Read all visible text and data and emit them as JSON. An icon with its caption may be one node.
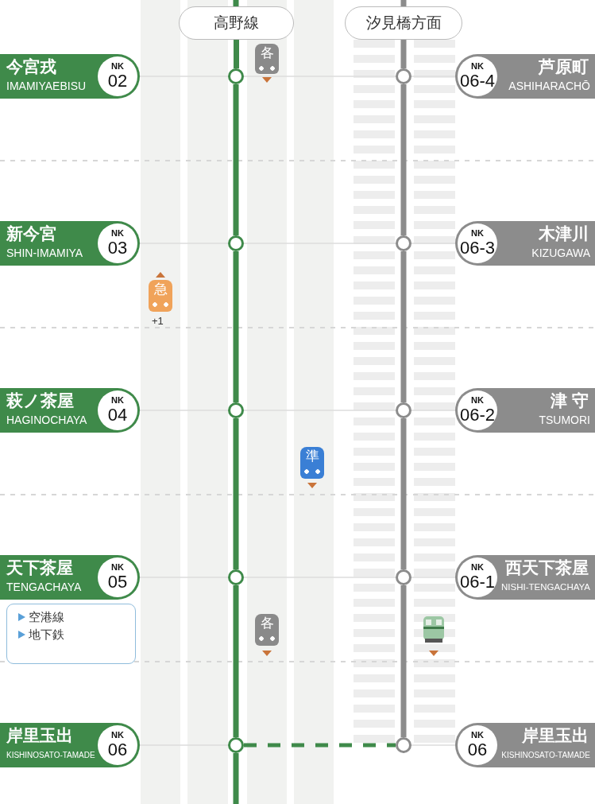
{
  "diagram": {
    "nodes": [
      {
        "text": [
          "高野線"
        ]
      },
      {
        "text": [
          "汐見橋方面"
        ]
      },
      {
        "text": [
          "今宮戎",
          "IMAMIYAEBISU",
          "NK",
          "02"
        ]
      },
      {
        "text": [
          "芦原町",
          "ASHIHARACHŌ",
          "NK",
          "06-4"
        ]
      },
      {
        "text": [
          "新今宮",
          "SHIN-IMAMIYA",
          "NK",
          "03"
        ]
      },
      {
        "text": [
          "木津川",
          "KIZUGAWA",
          "NK",
          "06-3"
        ]
      },
      {
        "text": [
          "萩ノ茶屋",
          "HAGINOCHAYA",
          "NK",
          "04"
        ]
      },
      {
        "text": [
          "津 守",
          "TSUMORI",
          "NK",
          "06-2"
        ]
      },
      {
        "text": [
          "天下茶屋",
          "TENGACHAYA",
          "NK",
          "05"
        ]
      },
      {
        "text": [
          "西天下茶屋",
          "NISHI-TENGACHAYA",
          "NK",
          "06-1"
        ]
      },
      {
        "text": [
          "岸里玉出",
          "KISHINOSATO-TAMADE",
          "NK",
          "06"
        ]
      },
      {
        "text": [
          "岸里玉出",
          "KISHINOSATO-TAMADE",
          "NK",
          "06"
        ]
      },
      {
        "text": [],
        "shape": "circle"
      },
      {
        "text": [],
        "shape": "circle"
      },
      {
        "text": [],
        "shape": "circle"
      },
      {
        "text": [],
        "shape": "circle"
      },
      {
        "text": [],
        "shape": "circle"
      },
      {
        "text": [],
        "shape": "circle"
      },
      {
        "text": [],
        "shape": "circle"
      },
      {
        "text": [],
        "shape": "circle"
      },
      {
        "text": [],
        "shape": "circle"
      },
      {
        "text": [],
        "shape": "circle"
      },
      {
        "text": [
          "各"
        ]
      },
      {
        "text": [
          "急"
        ],
        "beside": [
          "+1"
        ]
      },
      {
        "text": [
          "準"
        ]
      },
      {
        "text": [
          "各"
        ]
      },
      {
        "text": [
          "空港線",
          "地下鉄"
        ]
      }
    ],
    "edges": [
      {
        "from": 0,
        "to": 12,
        "arrow": "none",
        "style": "thick",
        "color": "#3f8a4a"
      },
      {
        "from": 12,
        "to": 13,
        "arrow": "none",
        "style": "thick",
        "color": "#3f8a4a"
      },
      {
        "from": 13,
        "to": 14,
        "arrow": "none",
        "style": "thick",
        "color": "#3f8a4a"
      },
      {
        "from": 14,
        "to": 15,
        "arrow": "none",
        "style": "thick",
        "color": "#3f8a4a"
      },
      {
        "from": 15,
        "to": 16,
        "arrow": "none",
        "style": "thick",
        "color": "#3f8a4a"
      },
      {
        "from": 16,
        "to": null,
        "arrow": "none",
        "style": "thick",
        "color": "#3f8a4a"
      },
      {
        "from": 1,
        "to": 17,
        "arrow": "none",
        "style": "thick",
        "color": "#8c8c8c"
      },
      {
        "from": 17,
        "to": 18,
        "arrow": "none",
        "style": "thick",
        "color": "#8c8c8c"
      },
      {
        "from": 18,
        "to": 19,
        "arrow": "none",
        "style": "thick",
        "color": "#8c8c8c"
      },
      {
        "from": 19,
        "to": 20,
        "arrow": "none",
        "style": "thick",
        "color": "#8c8c8c"
      },
      {
        "from": 20,
        "to": 21,
        "arrow": "none",
        "style": "thick",
        "color": "#8c8c8c"
      },
      {
        "from": 2,
        "to": 12,
        "arrow": "none",
        "color": "#dcdcdc"
      },
      {
        "from": 12,
        "to": 17,
        "arrow": "none",
        "color": "#dcdcdc"
      },
      {
        "from": 17,
        "to": 3,
        "arrow": "none",
        "color": "#dcdcdc"
      },
      {
        "from": 4,
        "to": 13,
        "arrow": "none",
        "color": "#dcdcdc"
      },
      {
        "from": 13,
        "to": 18,
        "arrow": "none",
        "color": "#dcdcdc"
      },
      {
        "from": 18,
        "to": 5,
        "arrow": "none",
        "color": "#dcdcdc"
      },
      {
        "from": 6,
        "to": 14,
        "arrow": "none",
        "color": "#dcdcdc"
      },
      {
        "from": 14,
        "to": 19,
        "arrow": "none",
        "color": "#dcdcdc"
      },
      {
        "from": 19,
        "to": 7,
        "arrow": "none",
        "color": "#dcdcdc"
      },
      {
        "from": 8,
        "to": 15,
        "arrow": "none",
        "color": "#dcdcdc"
      },
      {
        "from": 15,
        "to": 20,
        "arrow": "none",
        "color": "#dcdcdc"
      },
      {
        "from": 20,
        "to": 9,
        "arrow": "none",
        "color": "#dcdcdc"
      },
      {
        "from": 10,
        "to": 16,
        "arrow": "none",
        "color": "#dcdcdc"
      },
      {
        "from": 16,
        "to": 21,
        "arrow": "none",
        "style": "dashed",
        "color": "#3f8a4a"
      },
      {
        "from": 21,
        "to": 11,
        "arrow": "none",
        "color": "#dcdcdc"
      }
    ]
  }
}
